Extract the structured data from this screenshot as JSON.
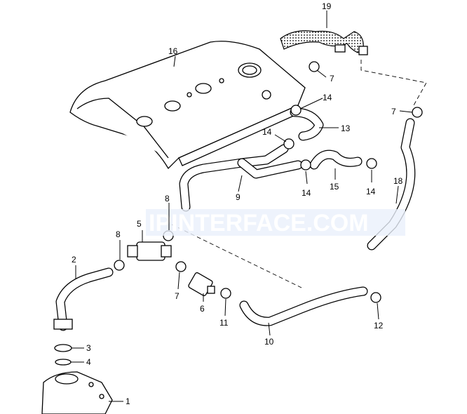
{
  "watermark": "IPINTERFACE.COM",
  "callouts": {
    "c19": "19",
    "c16": "16",
    "c7a": "7",
    "c14a": "14",
    "c13": "13",
    "c14b": "14",
    "c7b": "7",
    "c9": "9",
    "c14c": "14",
    "c15": "15",
    "c14d": "14",
    "c18": "18",
    "c8a": "8",
    "c5": "5",
    "c8b": "8",
    "c2": "2",
    "c7c": "7",
    "c6": "6",
    "c11": "11",
    "c10": "10",
    "c12": "12",
    "c3": "3",
    "c4": "4",
    "c1": "1"
  }
}
